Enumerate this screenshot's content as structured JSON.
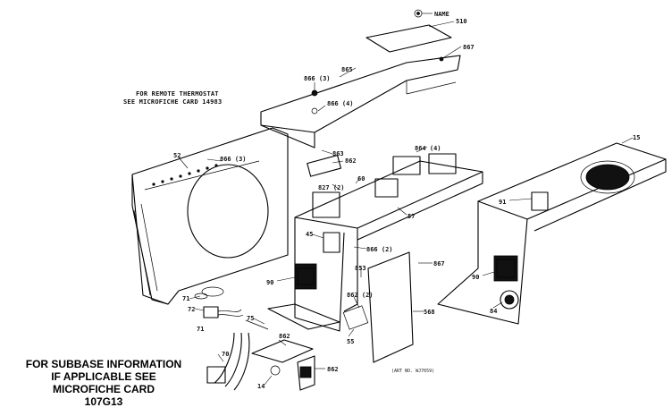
{
  "diagram": {
    "notes": {
      "remote_thermostat_line1": "FOR REMOTE THERMOSTAT",
      "remote_thermostat_line2": "SEE MICROFICHE CARD 14983",
      "subbase_line1": "FOR SUBBASE INFORMATION",
      "subbase_line2": "IF APPLICABLE SEE",
      "subbase_line3": "MICROFICHE CARD",
      "subbase_line4": "107G13",
      "art_number": "(ART NO. WJ7659)"
    },
    "callouts": [
      "NAME",
      "510",
      "867",
      "865",
      "866 (3)",
      "866 (4)",
      "863",
      "862",
      "52",
      "866 (3)",
      "864 (4)",
      "15",
      "827 (2)",
      "60",
      "57",
      "45",
      "866 (2)",
      "853",
      "867",
      "90",
      "71",
      "72",
      "71",
      "75",
      "862 (2)",
      "55",
      "568",
      "91",
      "90",
      "84",
      "862",
      "70",
      "14",
      "862"
    ],
    "colors": {
      "ink": "#000000",
      "paper": "#ffffff"
    }
  }
}
